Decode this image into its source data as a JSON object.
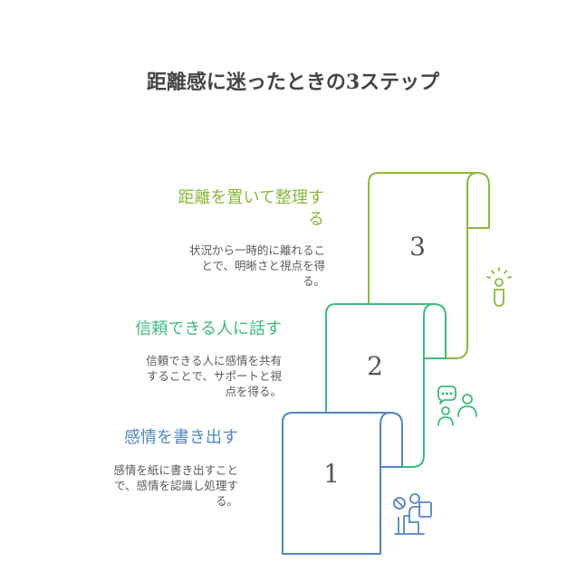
{
  "title": "距離感に迷ったときの3ステップ",
  "steps": [
    {
      "number": "1",
      "heading": "感情を書き出す",
      "description": "感情を紙に書き出すこと\nで、感情を認識し処理す\nる。",
      "color": "#4f86c6",
      "icon": "person-writing-icon"
    },
    {
      "number": "2",
      "heading": "信頼できる人に話す",
      "description": "信頼できる人に感情を共有\nすることで、サポートと視\n点を得る。",
      "color": "#3dbb7e",
      "icon": "two-people-chat-icon"
    },
    {
      "number": "3",
      "heading": "距離を置いて整理す\nる",
      "description": "状況から一時的に離れるこ\nとで、明晰さと視点を得\nる。",
      "color": "#8bb83c",
      "icon": "person-clarity-icon"
    }
  ]
}
